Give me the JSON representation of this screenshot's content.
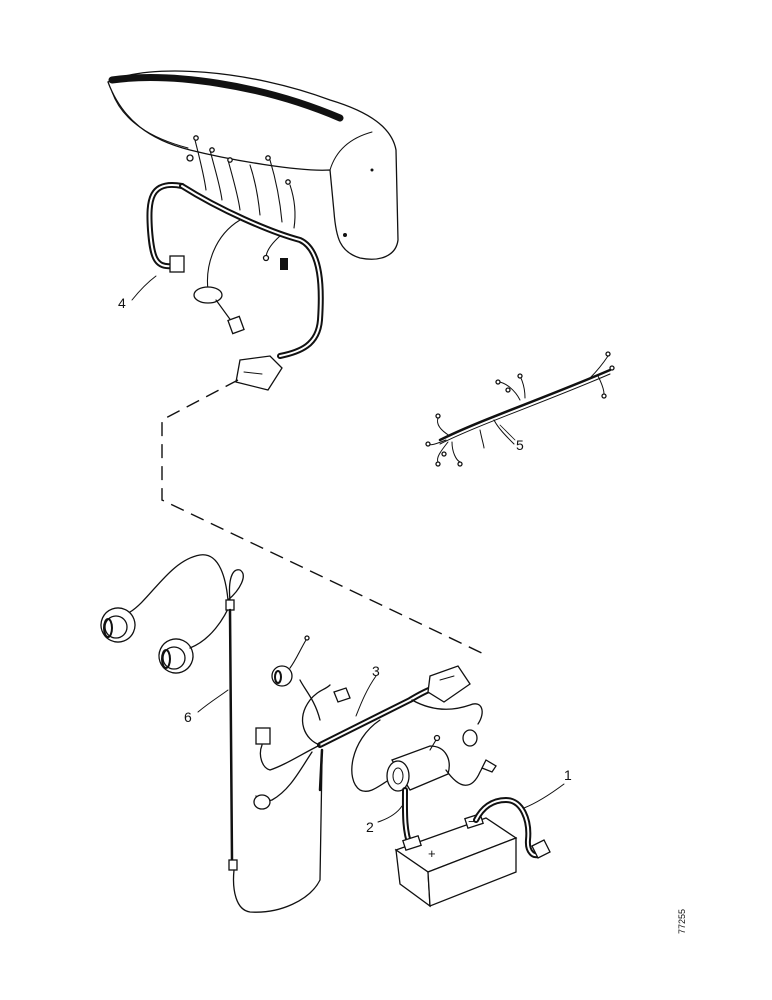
{
  "callouts": {
    "battery_cable": "1",
    "solenoid_cable": "2",
    "main_harness": "3",
    "instrument_harness": "4",
    "dash_harness": "5",
    "lamp_harness": "6"
  },
  "figure_number": "77255"
}
